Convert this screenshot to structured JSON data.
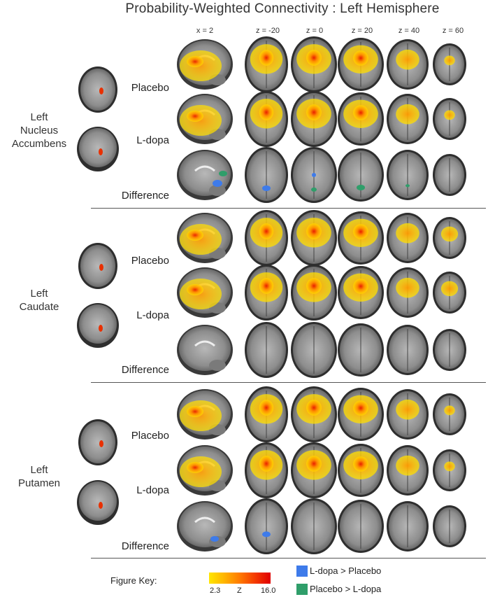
{
  "title": "Probability-Weighted Connectivity : Left Hemisphere",
  "columns": [
    "x = 2",
    "z = -20",
    "z = 0",
    "z = 20",
    "z = 40",
    "z = 60"
  ],
  "row_labels": {
    "placebo": "Placebo",
    "ldopa": "L-dopa",
    "difference": "Difference"
  },
  "groups": [
    {
      "name_lines": [
        "Left",
        "Nucleus",
        "Accumbens"
      ]
    },
    {
      "name_lines": [
        "Left",
        "Caudate"
      ]
    },
    {
      "name_lines": [
        "Left",
        "Putamen"
      ]
    }
  ],
  "key": {
    "label": "Figure Key:",
    "min": "2.3",
    "axis": "Z",
    "max": "16.0",
    "legend": [
      {
        "label": "L-dopa > Placebo",
        "color": "#3e7bea"
      },
      {
        "label": "Placebo > L-dopa",
        "color": "#2f9e6a"
      }
    ]
  },
  "colors": {
    "heat_low": "#ffe600",
    "heat_mid": "#ff8c00",
    "heat_high": "#e00000",
    "brain_gray": "#8a8a8a"
  }
}
